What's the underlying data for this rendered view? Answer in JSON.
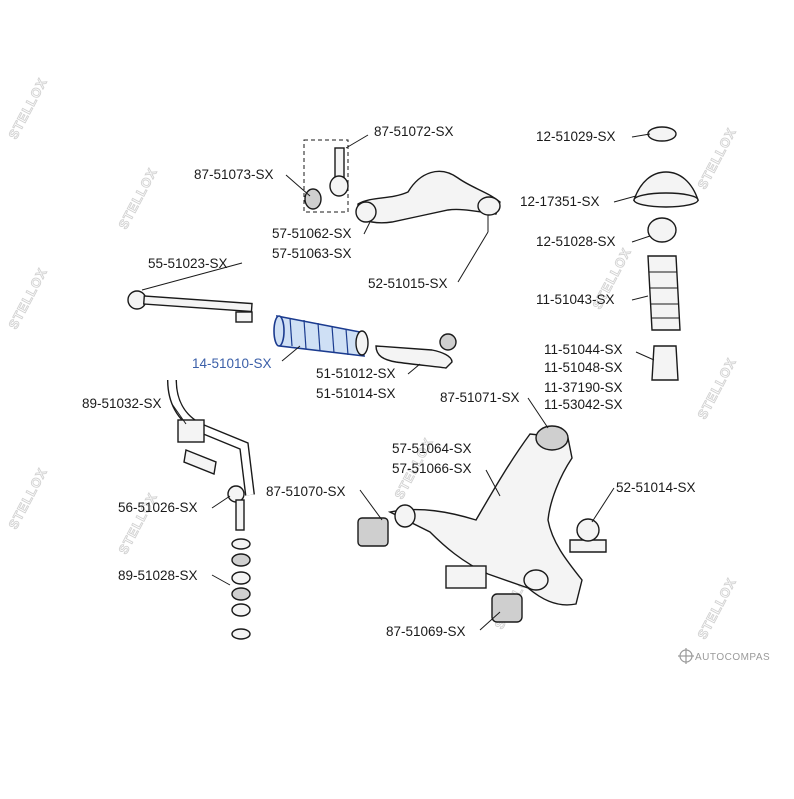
{
  "diagram": {
    "highlight_color": "#3b5fa8",
    "labels": [
      {
        "id": "p87-51072",
        "text": "87-51072-SX"
      },
      {
        "id": "p87-51073",
        "text": "87-51073-SX"
      },
      {
        "id": "p57-51062",
        "text": "57-51062-SX"
      },
      {
        "id": "p57-51063",
        "text": "57-51063-SX"
      },
      {
        "id": "p52-51015",
        "text": "52-51015-SX"
      },
      {
        "id": "p55-51023",
        "text": "55-51023-SX"
      },
      {
        "id": "p14-51010",
        "text": "14-51010-SX"
      },
      {
        "id": "p51-51012",
        "text": "51-51012-SX"
      },
      {
        "id": "p51-51014",
        "text": "51-51014-SX"
      },
      {
        "id": "p89-51032",
        "text": "89-51032-SX"
      },
      {
        "id": "p56-51026",
        "text": "56-51026-SX"
      },
      {
        "id": "p89-51028",
        "text": "89-51028-SX"
      },
      {
        "id": "p87-51070",
        "text": "87-51070-SX"
      },
      {
        "id": "p57-51064",
        "text": "57-51064-SX"
      },
      {
        "id": "p57-51066",
        "text": "57-51066-SX"
      },
      {
        "id": "p87-51071",
        "text": "87-51071-SX"
      },
      {
        "id": "p52-51014",
        "text": "52-51014-SX"
      },
      {
        "id": "p87-51069",
        "text": "87-51069-SX"
      },
      {
        "id": "p12-51029",
        "text": "12-51029-SX"
      },
      {
        "id": "p12-17351",
        "text": "12-17351-SX"
      },
      {
        "id": "p12-51028",
        "text": "12-51028-SX"
      },
      {
        "id": "p11-51043",
        "text": "11-51043-SX"
      },
      {
        "id": "p11-51044",
        "text": "11-51044-SX"
      },
      {
        "id": "p11-51048",
        "text": "11-51048-SX"
      },
      {
        "id": "p11-37190",
        "text": "11-37190-SX"
      },
      {
        "id": "p11-53042",
        "text": "11-53042-SX"
      }
    ],
    "watermark": "STELLOX",
    "brand": "AUTOCOMPAS"
  }
}
